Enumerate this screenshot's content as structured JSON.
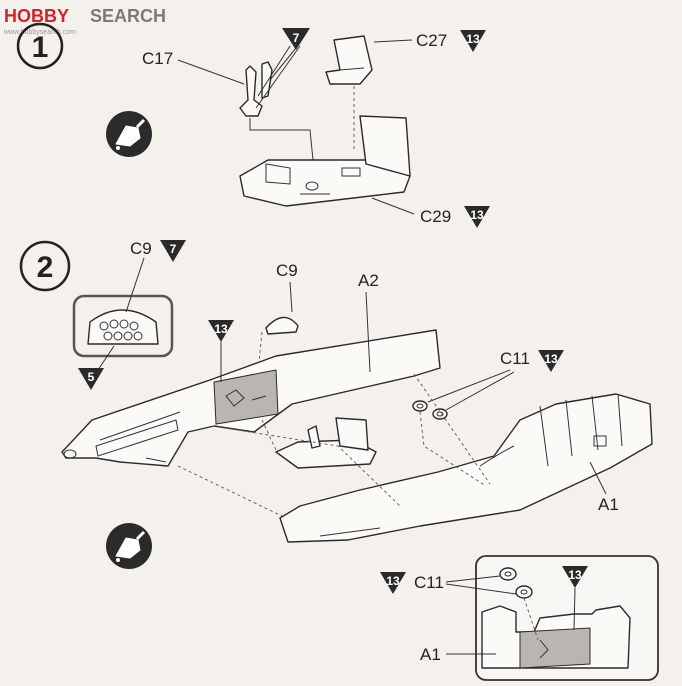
{
  "watermark": {
    "text_left": "HOBBY",
    "text_right": "SEARCH",
    "subtext": "www.hobbysearch.com"
  },
  "steps": [
    {
      "number": "1"
    },
    {
      "number": "2"
    }
  ],
  "callouts": {
    "c17": "C17",
    "c27": "C27",
    "c29": "C29",
    "c9_panel": "C9",
    "c9_part": "C9",
    "a2": "A2",
    "c11_top": "C11",
    "a1_right": "A1",
    "c11_detail": "C11",
    "a1_detail": "A1"
  },
  "paint_refs": {
    "c17": "7",
    "c27": "13",
    "c29": "13",
    "c9_panel": "7",
    "decal": "5",
    "insert": "13",
    "c11_top": "13",
    "c11_detail": "13",
    "detail_box": "13"
  },
  "colors": {
    "ink": "#222222",
    "paper": "#f4f1ec",
    "triangle": "#2a2a2a",
    "watermark_red": "#d2232a",
    "watermark_gray": "#7a7a7a"
  }
}
